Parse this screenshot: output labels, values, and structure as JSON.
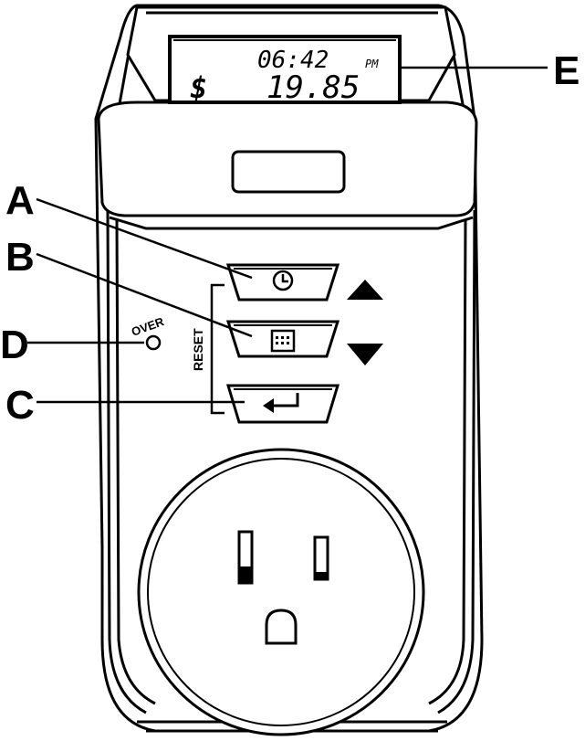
{
  "display": {
    "time": "06:42",
    "time_suffix": "PM",
    "currency_symbol": "$",
    "amount": "19.85"
  },
  "buttons": {
    "reset_label": "RESET",
    "over_indicator_label": "OVER"
  },
  "callouts": {
    "A": "A",
    "B": "B",
    "C": "C",
    "D": "D",
    "E": "E"
  },
  "icons": {
    "button_a": "clock-icon",
    "button_b": "calendar-icon",
    "button_c": "enter-arrow-icon",
    "up_arrow": "triangle-up-icon",
    "down_arrow": "triangle-down-icon"
  },
  "colors": {
    "ink": "#000000",
    "background": "#ffffff"
  }
}
